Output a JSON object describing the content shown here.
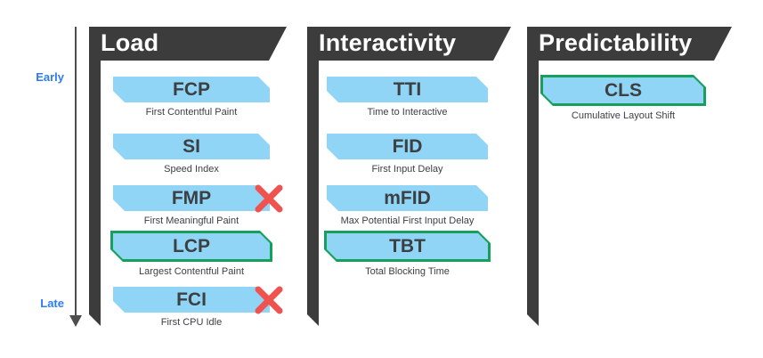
{
  "timeline": {
    "early_label": "Early",
    "late_label": "Late"
  },
  "columns": [
    {
      "title": "Load",
      "metrics": [
        {
          "abbr": "FCP",
          "name": "First Contentful Paint",
          "status": "standard"
        },
        {
          "abbr": "SI",
          "name": "Speed Index",
          "status": "standard"
        },
        {
          "abbr": "FMP",
          "name": "First Meaningful Paint",
          "status": "deprecated"
        },
        {
          "abbr": "LCP",
          "name": "Largest Contentful Paint",
          "status": "recommended"
        },
        {
          "abbr": "FCI",
          "name": "First CPU Idle",
          "status": "deprecated"
        }
      ]
    },
    {
      "title": "Interactivity",
      "metrics": [
        {
          "abbr": "TTI",
          "name": "Time to Interactive",
          "status": "standard"
        },
        {
          "abbr": "FID",
          "name": "First Input Delay",
          "status": "standard"
        },
        {
          "abbr": "mFID",
          "name": "Max Potential First Input Delay",
          "status": "standard"
        },
        {
          "abbr": "TBT",
          "name": "Total Blocking Time",
          "status": "recommended"
        }
      ]
    },
    {
      "title": "Predictability",
      "metrics": [
        {
          "abbr": "CLS",
          "name": "Cumulative Layout Shift",
          "status": "recommended"
        }
      ]
    }
  ],
  "colors": {
    "header_dark": "#3c3c3c",
    "pill_blue": "#90d5f6",
    "recommended_green": "#16a05c",
    "deprecated_red": "#ef5350",
    "timeline_label_blue": "#2e7cf5",
    "text_dark": "#3c4043"
  }
}
